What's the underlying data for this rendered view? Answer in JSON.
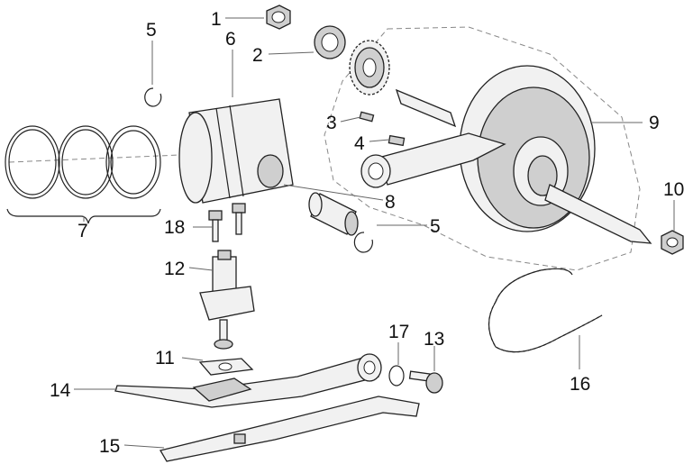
{
  "callouts": {
    "c1": "1",
    "c2": "2",
    "c3": "3",
    "c4": "4",
    "c5a": "5",
    "c5b": "5",
    "c6": "6",
    "c7": "7",
    "c8": "8",
    "c9": "9",
    "c10": "10",
    "c11": "11",
    "c12": "12",
    "c13": "13",
    "c14": "14",
    "c15": "15",
    "c16": "16",
    "c17": "17",
    "c18": "18"
  }
}
